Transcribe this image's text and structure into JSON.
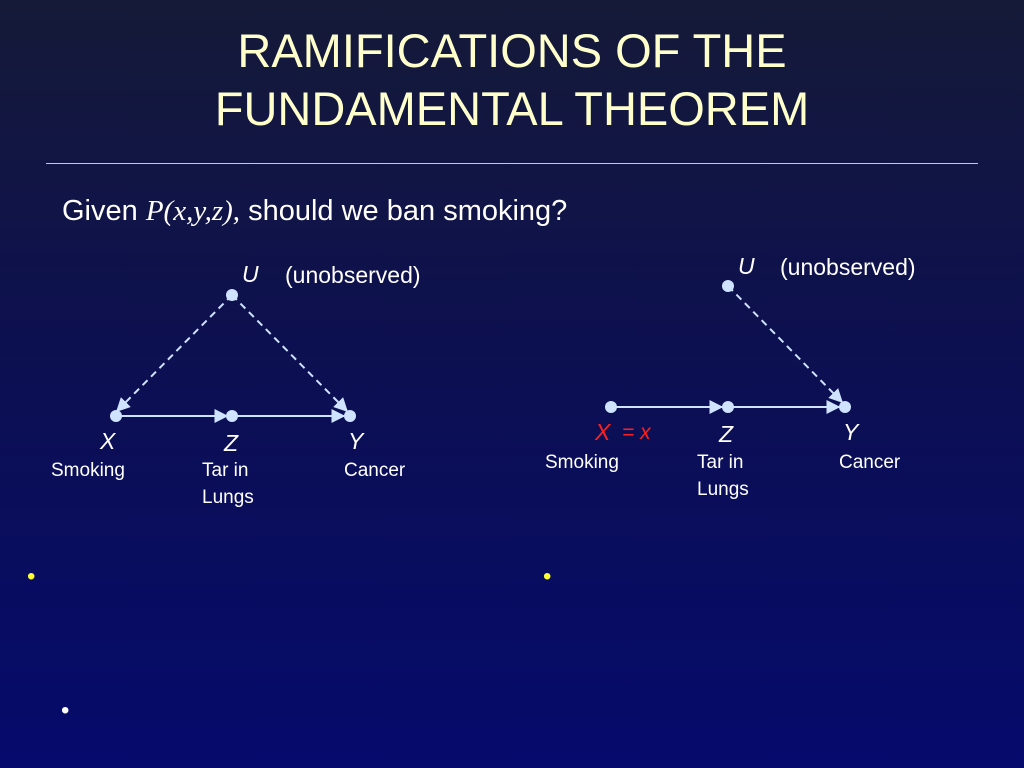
{
  "title": {
    "line1": "RAMIFICATIONS OF THE",
    "line2": "FUNDAMENTAL THEOREM"
  },
  "question": {
    "prefix": "Given ",
    "formula": "P(x,y,z),",
    "suffix": " should we ban smoking?"
  },
  "left_diagram": {
    "u_symbol": "U",
    "u_note": "(unobserved)",
    "x_symbol": "X",
    "x_label": "Smoking",
    "z_symbol": "Z",
    "z_label_line1": "Tar in",
    "z_label_line2": "Lungs",
    "y_symbol": "Y",
    "y_label": "Cancer"
  },
  "right_diagram": {
    "u_symbol": "U",
    "u_note": "(unobserved)",
    "x_symbol": "X",
    "x_assign": "= x",
    "x_label": "Smoking",
    "z_symbol": "Z",
    "z_label_line1": "Tar in",
    "z_label_line2": "Lungs",
    "y_symbol": "Y",
    "y_label": "Cancer"
  },
  "bullets": {
    "left_top": "•",
    "right_top": "•",
    "left_bottom": "•"
  },
  "colors": {
    "title": "#ffffcc",
    "node": "#cfe3ff",
    "highlight": "#ff2020",
    "bullet_accent": "#ffff33"
  }
}
